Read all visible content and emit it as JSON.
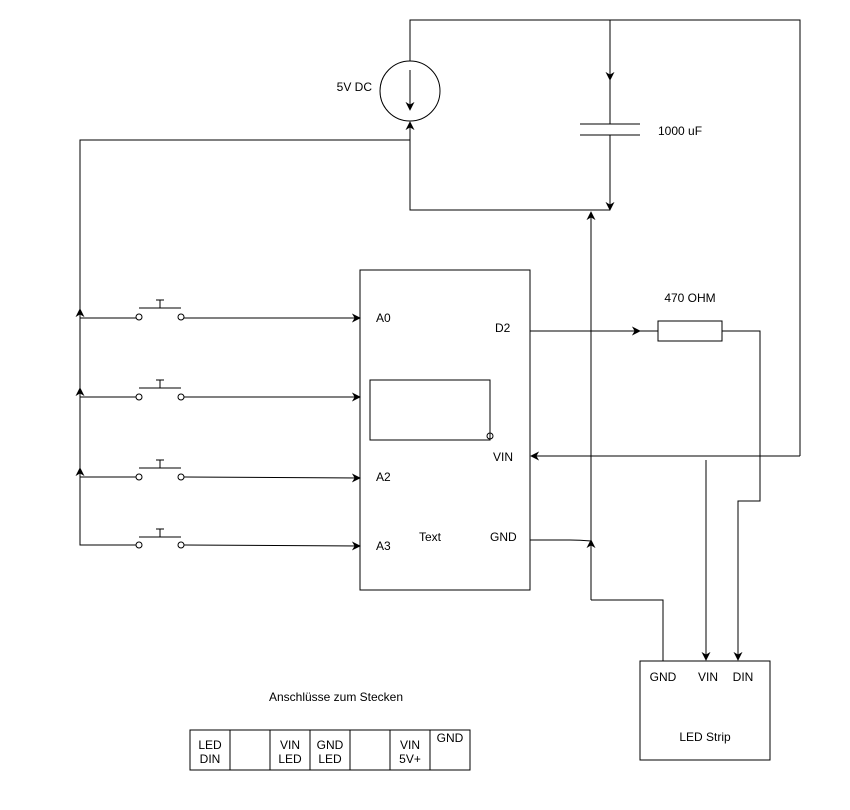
{
  "power_source": {
    "label": "5V DC"
  },
  "capacitor": {
    "label": "1000 uF"
  },
  "resistor": {
    "label": "470 OHM"
  },
  "controller": {
    "pin_a0": "A0",
    "pin_a2": "A2",
    "pin_a3": "A3",
    "pin_d2": "D2",
    "pin_vin": "VIN",
    "pin_gnd": "GND",
    "text": "Text"
  },
  "led_strip": {
    "label": "LED Strip",
    "pin_gnd": "GND",
    "pin_vin": "VIN",
    "pin_din": "DIN"
  },
  "connector": {
    "title": "Anschlüsse zum Stecken",
    "cells": [
      [
        "LED",
        "DIN"
      ],
      [
        "",
        ""
      ],
      [
        "VIN",
        "LED"
      ],
      [
        "GND",
        "LED"
      ],
      [
        "",
        ""
      ],
      [
        "VIN",
        "5V+"
      ],
      [
        "GND"
      ]
    ]
  }
}
